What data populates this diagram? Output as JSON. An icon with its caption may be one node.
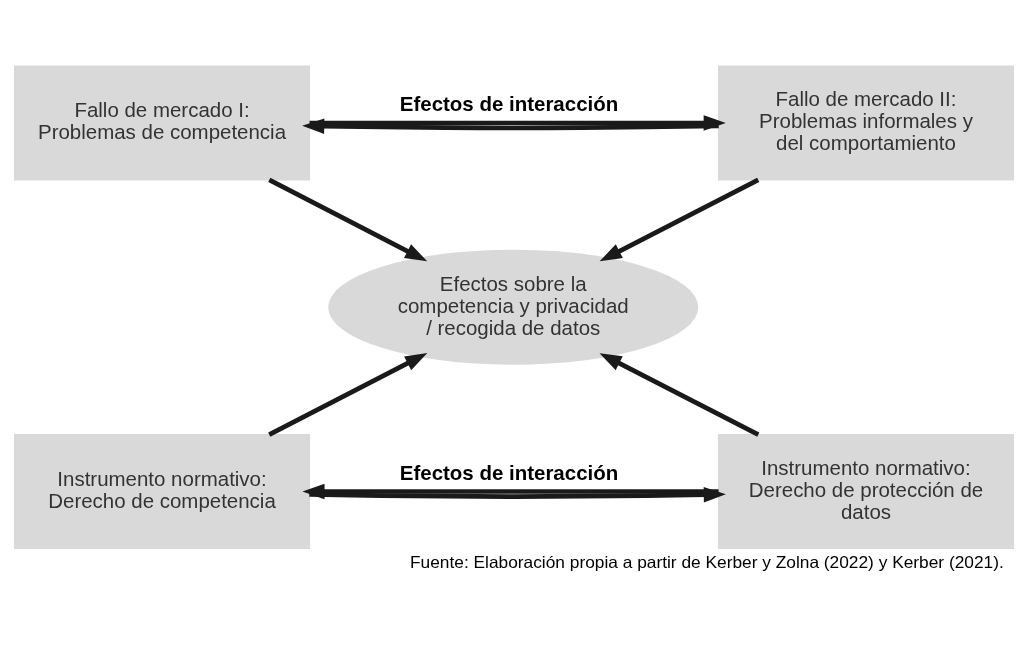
{
  "diagram": {
    "caption": "Fuente: Elaboración propia a partir de Kerber y Zolna (2022) y Kerber (2021).",
    "nodes": [
      {
        "text": [
          "Fallo de mercado I: Problemas de competencia"
        ]
      },
      {
        "text": [
          "Fallo de mercado II: Problemas informales y del comportamiento"
        ]
      },
      {
        "text": [
          "Efectos sobre la competencia y privacidad / recogida de datos"
        ]
      },
      {
        "text": [
          "Instrumento normativo: Derecho de competencia"
        ]
      },
      {
        "text": [
          "Instrumento normativo: Derecho de protección de datos"
        ]
      }
    ],
    "edges": [
      {
        "from": 0,
        "to": 1,
        "arrow": "to",
        "label": "Efectos de interacción"
      },
      {
        "from": 1,
        "to": 0,
        "arrow": "to"
      },
      {
        "from": 0,
        "to": 2,
        "arrow": "to"
      },
      {
        "from": 1,
        "to": 2,
        "arrow": "to"
      },
      {
        "from": 3,
        "to": 2,
        "arrow": "to"
      },
      {
        "from": 4,
        "to": 2,
        "arrow": "to"
      },
      {
        "from": 3,
        "to": 4,
        "arrow": "to"
      },
      {
        "from": 4,
        "to": 3,
        "arrow": "to",
        "label": "Efectos de interacción"
      }
    ]
  }
}
